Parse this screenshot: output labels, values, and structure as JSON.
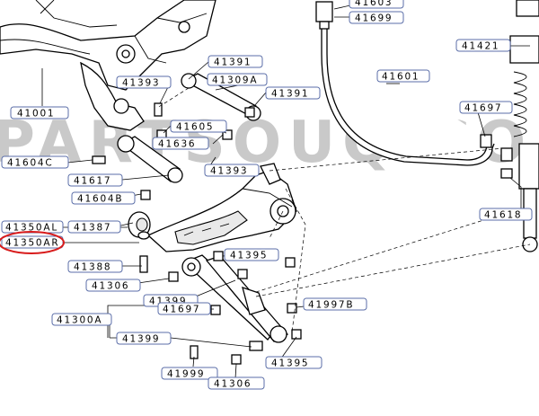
{
  "watermark": "PARTSOUQ.CO",
  "colors": {
    "label_border": "#5b6ea8",
    "highlight": "#d81b1b"
  },
  "labels": {
    "l41603": "41603",
    "l41699": "41699",
    "l41421": "41421",
    "l41391_top": "41391",
    "l41001": "41001",
    "l41393_top": "41393",
    "l41309A": "41309A",
    "l41391_mid": "41391",
    "l41601": "41601",
    "l41697_right": "41697",
    "l41605": "41605",
    "l41636": "41636",
    "l41604C": "41604C",
    "l41393_mid": "41393",
    "l41617": "41617",
    "l41604B": "41604B",
    "l41618": "41618",
    "l41350AL": "41350AL",
    "l41387": "41387",
    "l41350AR": "41350AR",
    "l41395_top": "41395",
    "l41388": "41388",
    "l41306_top": "41306",
    "l41399_top": "41399",
    "l41697_bottom": "41697",
    "l41997B": "41997B",
    "l41300A": "41300A",
    "l41399_bottom": "41399",
    "l41999": "41999",
    "l41395_bottom": "41395",
    "l41306_bottom": "41306"
  }
}
